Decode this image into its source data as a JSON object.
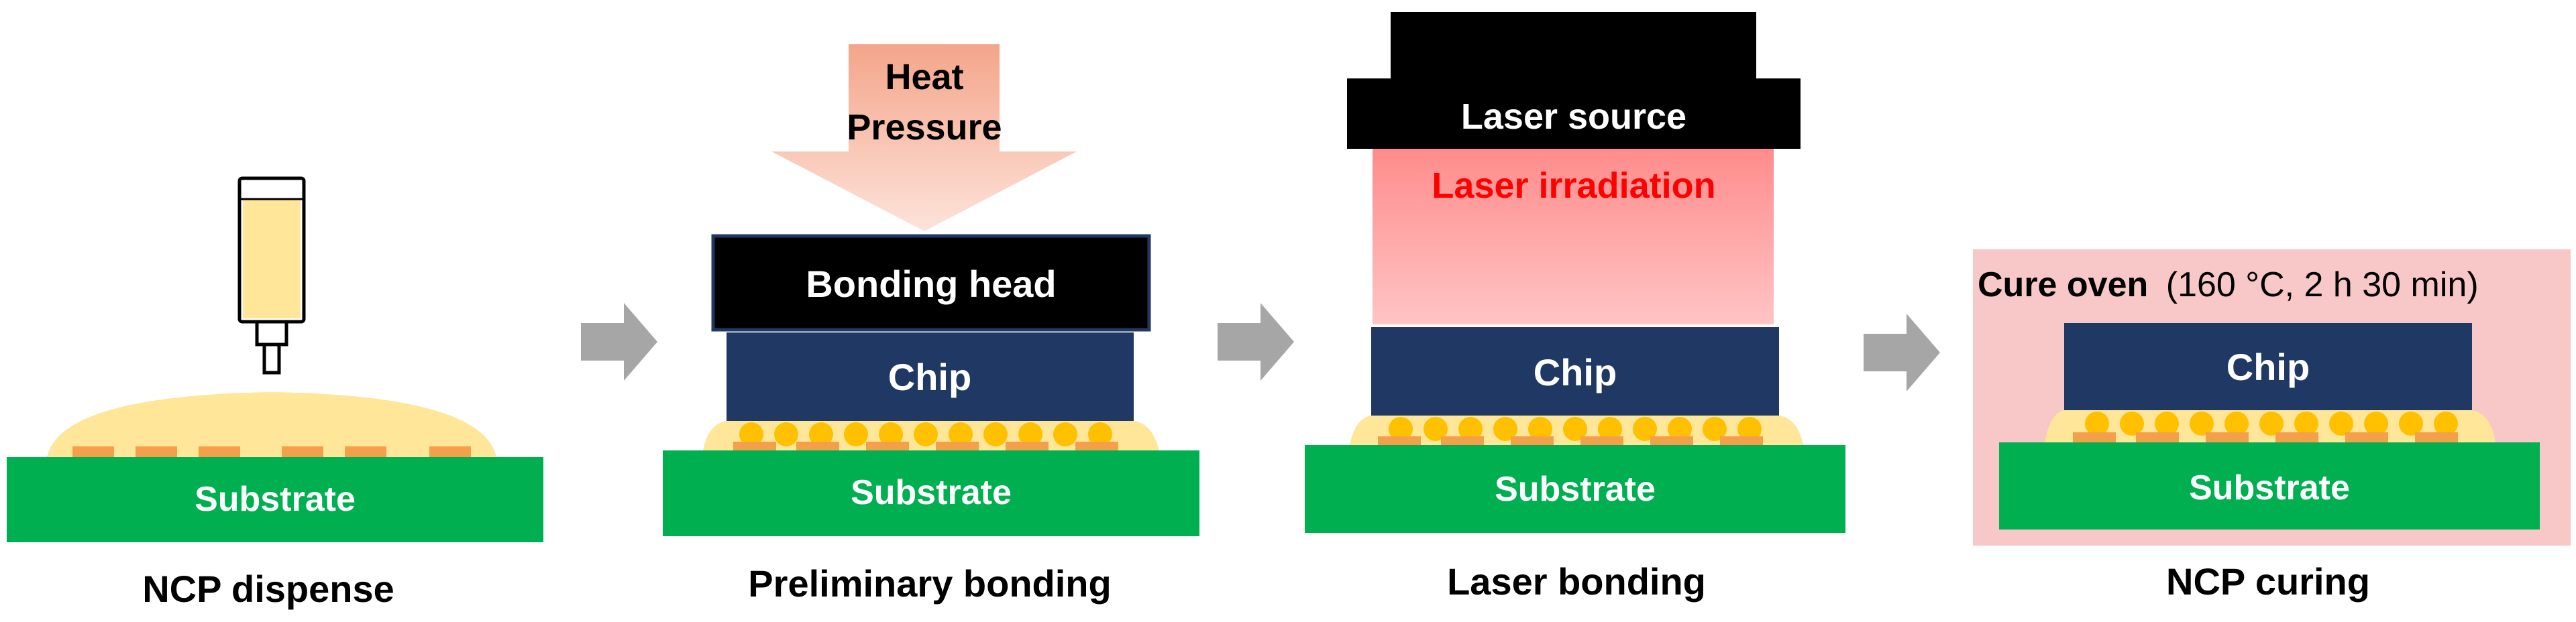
{
  "colors": {
    "substrate": "#00b050",
    "chip": "#1f3864",
    "black": "#000000",
    "ncp": "#ffe699",
    "pad": "#f4a04a",
    "bump": "#ffc000",
    "laser_beam": "#ff9a9a",
    "laser_text": "#ff0000",
    "oven": "#f8c7c7",
    "arrow_gray": "#a6a6a6",
    "heat_arrow": "#f4a58a"
  },
  "steps": [
    {
      "caption": "NCP dispense",
      "substrate_label": "Substrate",
      "syringe_icon": "syringe-icon"
    },
    {
      "caption": "Preliminary bonding",
      "substrate_label": "Substrate",
      "chip_label": "Chip",
      "head_label": "Bonding head",
      "arrow_line1": "Heat",
      "arrow_line2": "Pressure"
    },
    {
      "caption": "Laser bonding",
      "substrate_label": "Substrate",
      "chip_label": "Chip",
      "source_label": "Laser source",
      "beam_label": "Laser irradiation"
    },
    {
      "caption": "NCP curing",
      "substrate_label": "Substrate",
      "chip_label": "Chip",
      "oven_label": "Cure oven",
      "oven_conditions": "(160 °C, 2 h 30 min)"
    }
  ],
  "flow_arrow_icon": "right-arrow-icon"
}
